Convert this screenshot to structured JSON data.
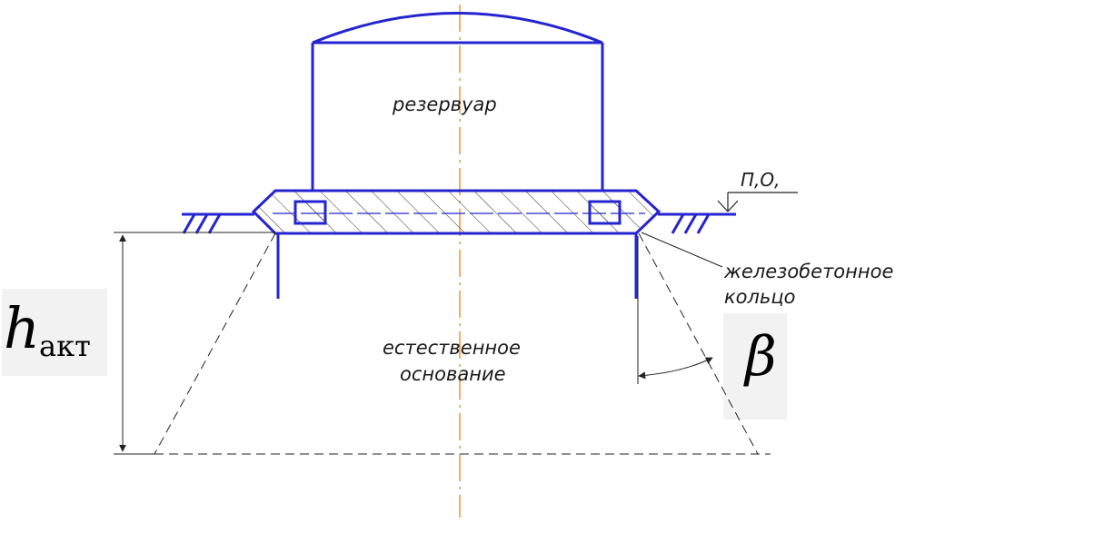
{
  "labels": {
    "tank": "резервуар",
    "ground_level": "П,О,",
    "ring_line1": "железобетонное",
    "ring_line2": "кольцо",
    "base_line1": "естественное",
    "base_line2": "основание"
  },
  "symbols": {
    "h_letter": "h",
    "h_subscript": "акт",
    "beta": "β"
  },
  "colors": {
    "structure": "#2424d0",
    "centerline": "#f08a24",
    "dim_line": "#222222",
    "label_bg": "#f2f2f2"
  }
}
